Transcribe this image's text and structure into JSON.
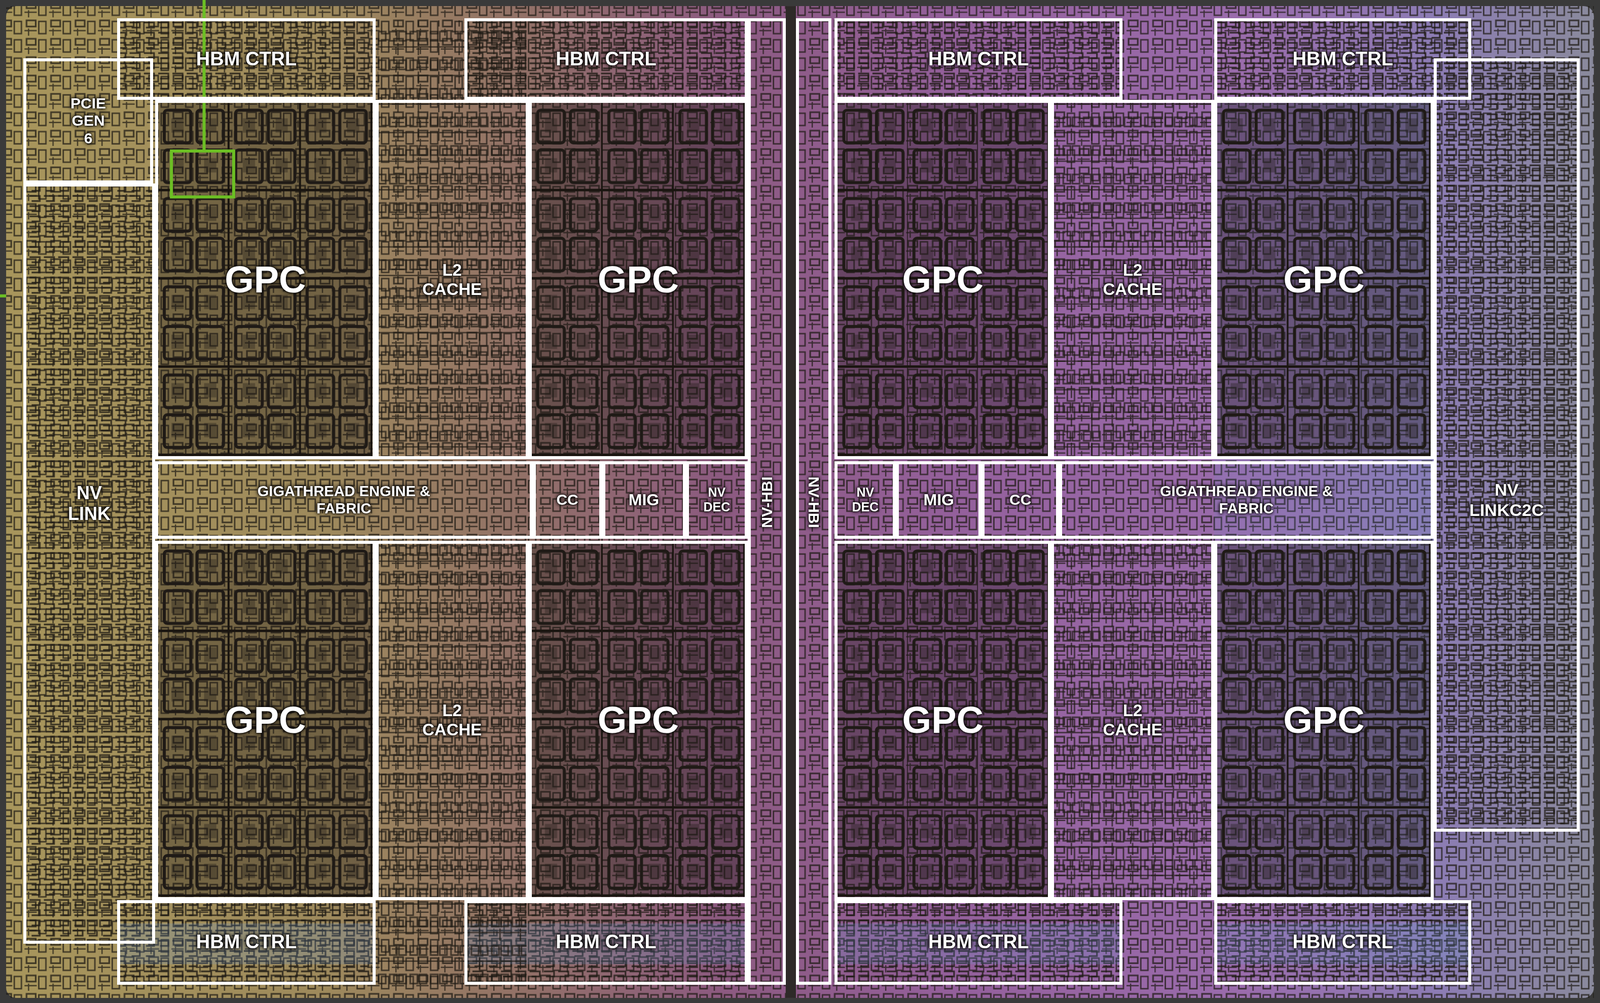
{
  "diagram": {
    "nodes": [
      {
        "text": [
          "HBM CTRL"
        ]
      },
      {
        "text": [
          "HBM CTRL"
        ]
      },
      {
        "text": [
          "PCIE GEN 6"
        ]
      },
      {
        "text": [
          "GPC"
        ]
      },
      {
        "text": [
          "L2 CACHE"
        ]
      },
      {
        "text": [
          "GPC"
        ]
      },
      {
        "text": [
          "NV LINK"
        ]
      },
      {
        "text": [
          "GIGATHREAD ENGINE & FABRIC"
        ]
      },
      {
        "text": [
          "CC"
        ]
      },
      {
        "text": [
          "MIG"
        ]
      },
      {
        "text": [
          "NV DEC"
        ]
      },
      {
        "text": [
          "NV-HBI"
        ]
      },
      {
        "text": [
          "GPC"
        ]
      },
      {
        "text": [
          "L2 CACHE"
        ]
      },
      {
        "text": [
          "GPC"
        ]
      },
      {
        "text": [
          "HBM CTRL"
        ]
      },
      {
        "text": [
          "HBM CTRL"
        ]
      },
      {
        "text": [
          "HBM CTRL"
        ]
      },
      {
        "text": [
          "HBM CTRL"
        ]
      },
      {
        "text": [
          "NV-HBI"
        ]
      },
      {
        "text": [
          "GPC"
        ]
      },
      {
        "text": [
          "L2 CACHE"
        ]
      },
      {
        "text": [
          "GPC"
        ]
      },
      {
        "text": [
          "NV LINKC2C"
        ]
      },
      {
        "text": [
          "NV DEC"
        ]
      },
      {
        "text": [
          "MIG"
        ]
      },
      {
        "text": [
          "CC"
        ]
      },
      {
        "text": [
          "GIGATHREAD ENGINE & FABRIC"
        ]
      },
      {
        "text": [
          "GPC"
        ]
      },
      {
        "text": [
          "L2 CACHE"
        ]
      },
      {
        "text": [
          "GPC"
        ]
      },
      {
        "text": [
          "HBM CTRL"
        ]
      },
      {
        "text": [
          "HBM CTRL"
        ]
      }
    ]
  }
}
